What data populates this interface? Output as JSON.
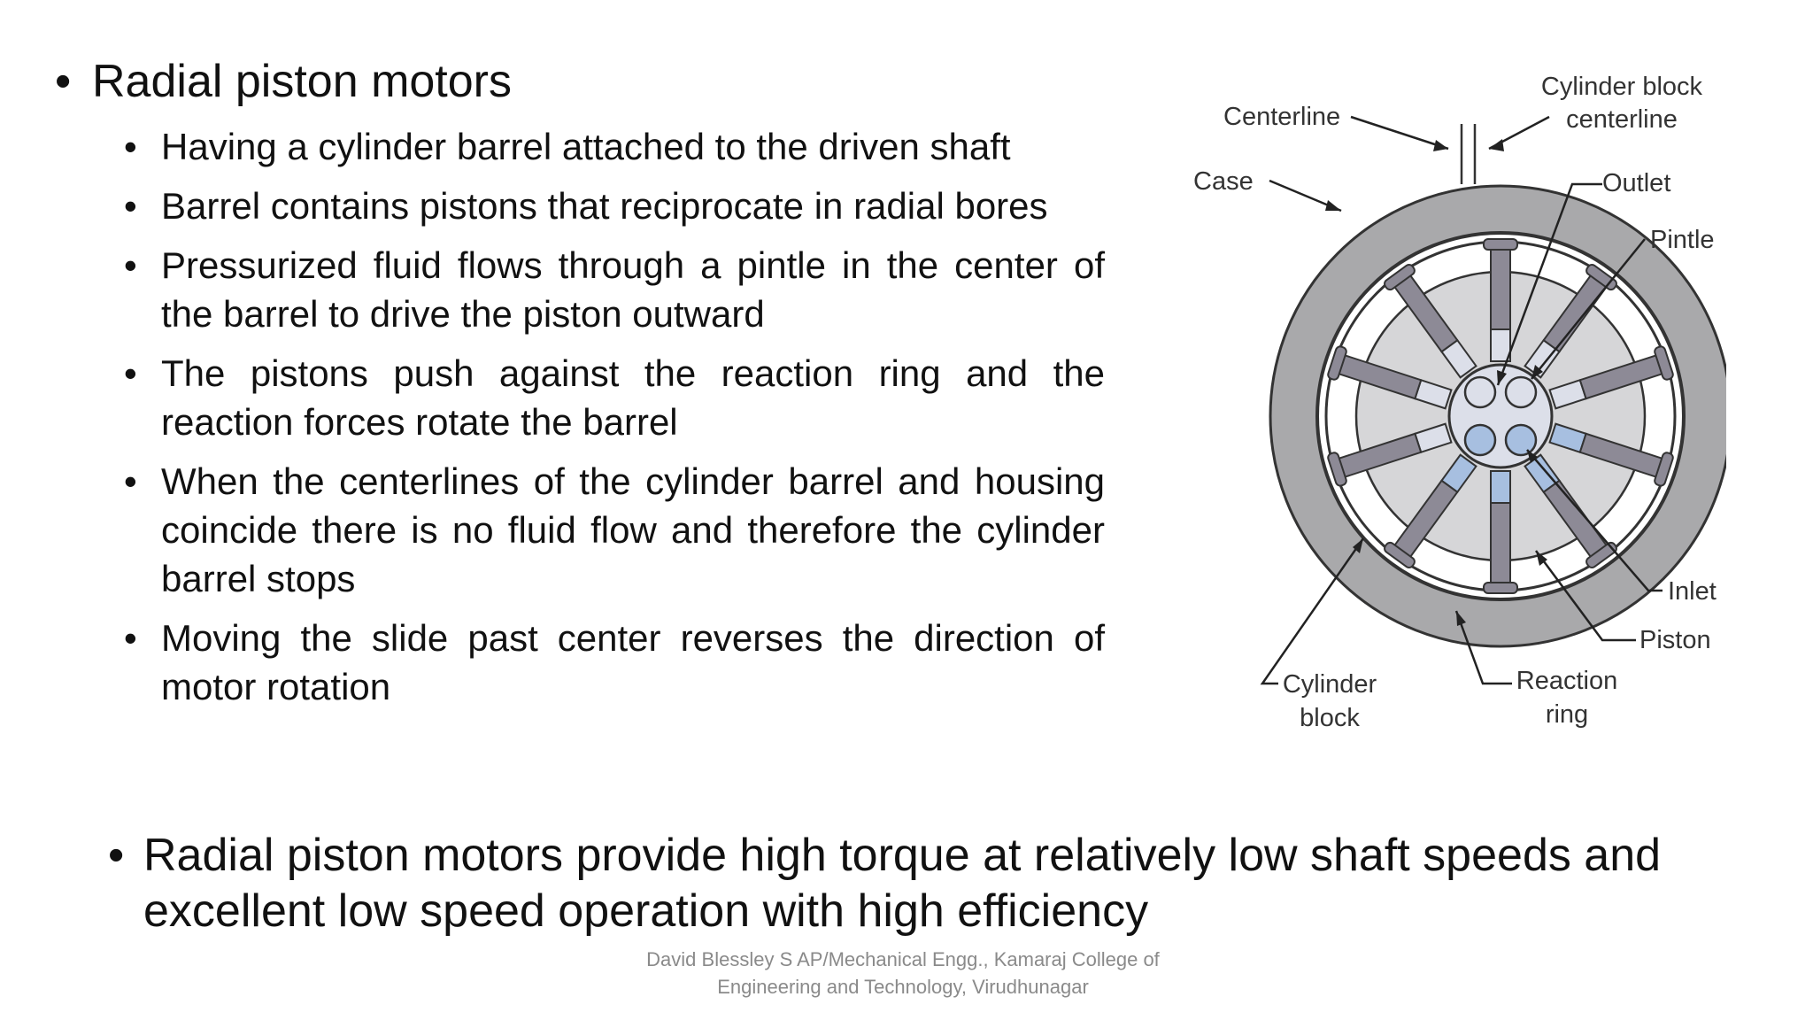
{
  "main_bullet": "Radial piston motors",
  "sub_bullets": [
    "Having a cylinder barrel attached to the driven shaft",
    "Barrel contains pistons that reciprocate in radial bores",
    "Pressurized fluid flows through a pintle in the center of the barrel to drive the piston outward",
    "The pistons push against the reaction ring and the reaction forces rotate the barrel",
    "When the centerlines of the cylinder barrel and housing coincide there is no fluid flow and therefore the cylinder barrel stops",
    "Moving the slide past center reverses the direction of motor rotation"
  ],
  "bottom_bullet": "Radial piston motors provide high torque at relatively low shaft speeds and excellent low speed operation with high efficiency",
  "footer": {
    "line1": "David Blessley S AP/Mechanical Engg., Kamaraj College of",
    "line2": "Engineering and Technology, Virudhunagar"
  },
  "diagram_labels": {
    "centerline": "Centerline",
    "cylinder_block_centerline_1": "Cylinder block",
    "cylinder_block_centerline_2": "centerline",
    "case": "Case",
    "outlet": "Outlet",
    "pintle": "Pintle",
    "inlet": "Inlet",
    "piston": "Piston",
    "cylinder_block_1": "Cylinder",
    "cylinder_block_2": "block",
    "reaction_ring_1": "Reaction",
    "reaction_ring_2": "ring"
  },
  "colors": {
    "case": "#a9a9ab",
    "barrel": "#d6d6d8",
    "piston": "#8d8a96",
    "fluid": "#a7bfe0",
    "pintle": "#dcdfe9",
    "line": "#333333"
  }
}
